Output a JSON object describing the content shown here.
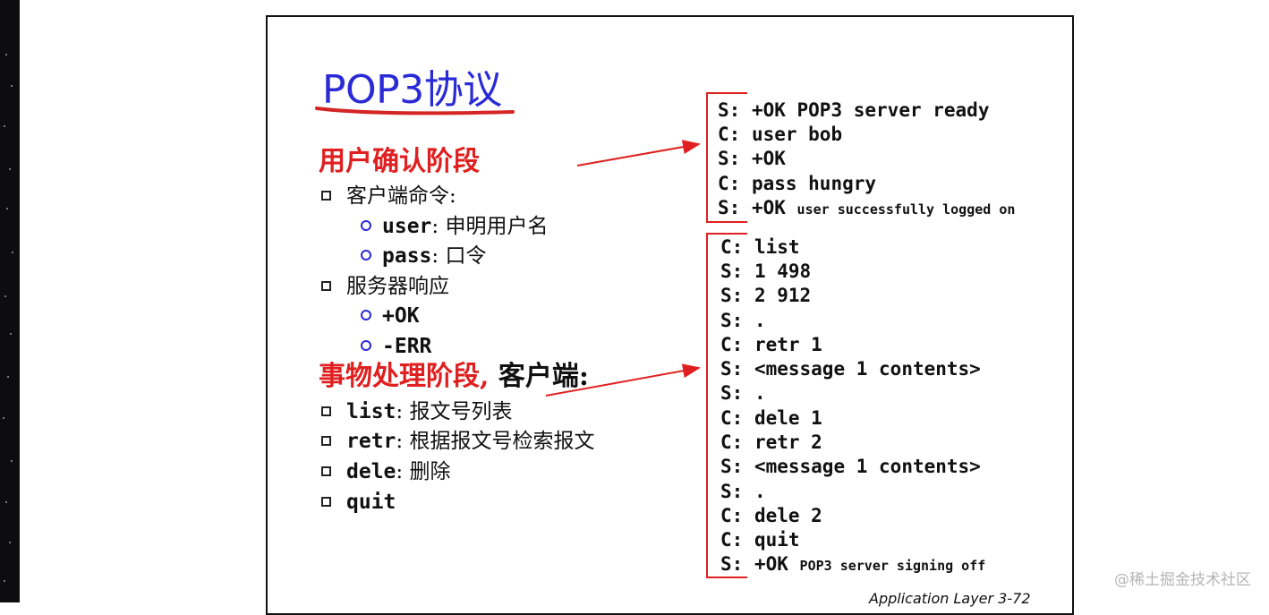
{
  "slide": {
    "title": "POP3协议",
    "auth_section": {
      "heading": "用户确认阶段",
      "items": [
        {
          "text": "客户端命令:"
        },
        {
          "keyword": "user",
          "text": ": 申明用户名"
        },
        {
          "keyword": "pass",
          "text": ": 口令"
        },
        {
          "text": "服务器响应"
        },
        {
          "keyword": "+OK",
          "text": ""
        },
        {
          "keyword": "-ERR",
          "text": ""
        }
      ]
    },
    "trans_section": {
      "heading": "事物处理阶段,",
      "heading_suffix": " 客户端:",
      "items": [
        {
          "keyword": "list",
          "text": ": 报文号列表"
        },
        {
          "keyword": "retr",
          "text": ": 根据报文号检索报文"
        },
        {
          "keyword": "dele",
          "text": ": 删除"
        },
        {
          "keyword": "quit",
          "text": ""
        }
      ]
    },
    "auth_dialog": [
      {
        "prefix": "S:",
        "cmd": "+OK POP3 server ready",
        "small": ""
      },
      {
        "prefix": "C:",
        "cmd": "user bob",
        "small": ""
      },
      {
        "prefix": "S:",
        "cmd": "+OK",
        "small": ""
      },
      {
        "prefix": "C:",
        "cmd": "pass hungry",
        "small": ""
      },
      {
        "prefix": "S:",
        "cmd": "+OK",
        "small": "user successfully logged on"
      }
    ],
    "trans_dialog": [
      {
        "prefix": "C:",
        "cmd": "list",
        "small": ""
      },
      {
        "prefix": "S:",
        "cmd": "1 498",
        "small": ""
      },
      {
        "prefix": "S:",
        "cmd": "2 912",
        "small": ""
      },
      {
        "prefix": "S:",
        "cmd": ".",
        "small": ""
      },
      {
        "prefix": "C:",
        "cmd": "retr 1",
        "small": ""
      },
      {
        "prefix": "S:",
        "cmd": "<message 1 contents>",
        "small": ""
      },
      {
        "prefix": "S:",
        "cmd": ".",
        "small": ""
      },
      {
        "prefix": "C:",
        "cmd": "dele 1",
        "small": ""
      },
      {
        "prefix": "C:",
        "cmd": "retr 2",
        "small": ""
      },
      {
        "prefix": "S:",
        "cmd": "<message 1 contents>",
        "small": ""
      },
      {
        "prefix": "S:",
        "cmd": ".",
        "small": ""
      },
      {
        "prefix": "C:",
        "cmd": "dele 2",
        "small": ""
      },
      {
        "prefix": "C:",
        "cmd": "quit",
        "small": ""
      },
      {
        "prefix": "S:",
        "cmd": "+OK",
        "small": "POP3 server signing off"
      }
    ],
    "footer": "Application Layer   3-72"
  },
  "watermark": "@稀土掘金技术社区",
  "colors": {
    "title": "#2a2ad6",
    "section_heading": "#e02020",
    "bracket": "#e02020",
    "bullet_circle": "#2a2ad6",
    "text": "#111111"
  }
}
